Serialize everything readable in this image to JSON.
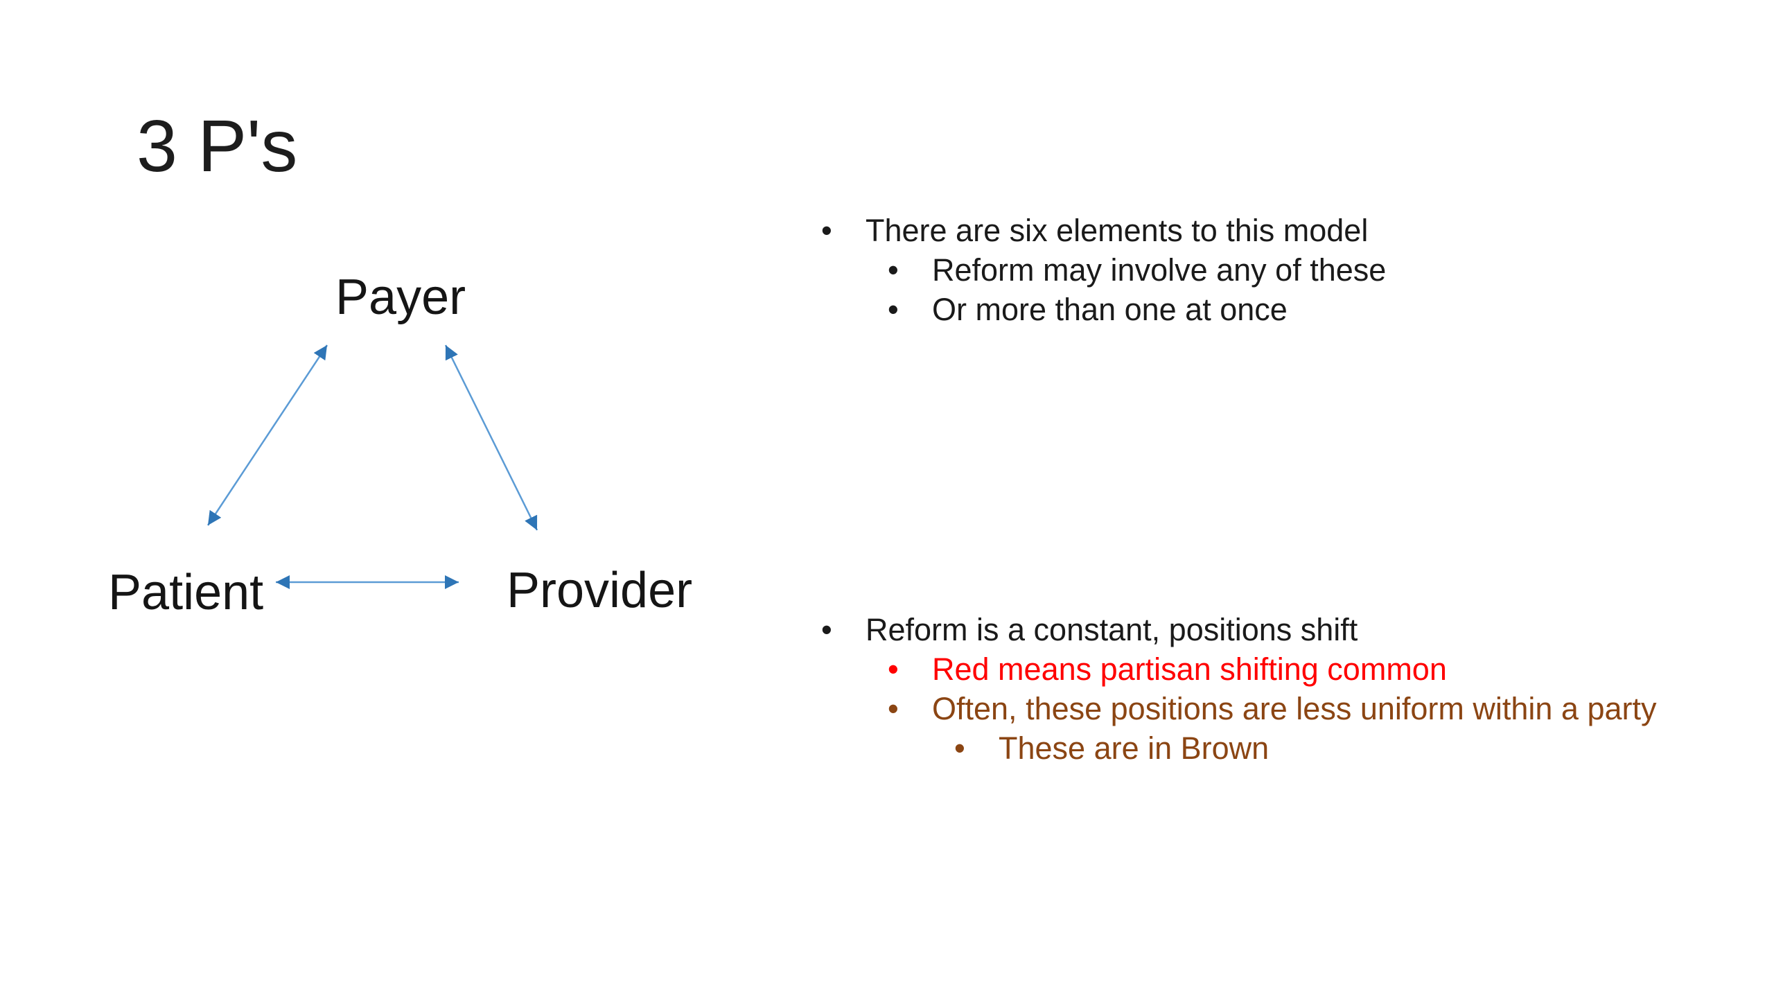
{
  "slide": {
    "title": "3 P's",
    "diagram": {
      "nodes": [
        {
          "id": "payer",
          "label": "Payer"
        },
        {
          "id": "patient",
          "label": "Patient"
        },
        {
          "id": "provider",
          "label": "Provider"
        }
      ],
      "edges": [
        {
          "from": "patient",
          "to": "payer",
          "style": "double-arrow"
        },
        {
          "from": "payer",
          "to": "provider",
          "style": "double-arrow"
        },
        {
          "from": "patient",
          "to": "provider",
          "style": "double-arrow"
        }
      ],
      "arrow_line_color": "#5B9BD5",
      "arrow_head_color": "#2E75B6"
    },
    "bullets_top": {
      "items": [
        {
          "level": 1,
          "text": "There are six elements to this model",
          "color": "#1a1a1a"
        },
        {
          "level": 2,
          "text": "Reform may involve any of these",
          "color": "#1a1a1a"
        },
        {
          "level": 2,
          "text": "Or more than one at once",
          "color": "#1a1a1a"
        }
      ]
    },
    "bullets_bottom": {
      "items": [
        {
          "level": 1,
          "text": "Reform is a constant, positions shift",
          "color": "#1a1a1a"
        },
        {
          "level": 2,
          "text": "Red means partisan shifting common",
          "color": "#ff0000"
        },
        {
          "level": 2,
          "text": "Often, these positions are less uniform within a party",
          "color": "#8b4513"
        },
        {
          "level": 3,
          "text": "These are in Brown",
          "color": "#8b4513"
        }
      ]
    },
    "bullet_glyph": "•",
    "background_color": "#ffffff"
  }
}
